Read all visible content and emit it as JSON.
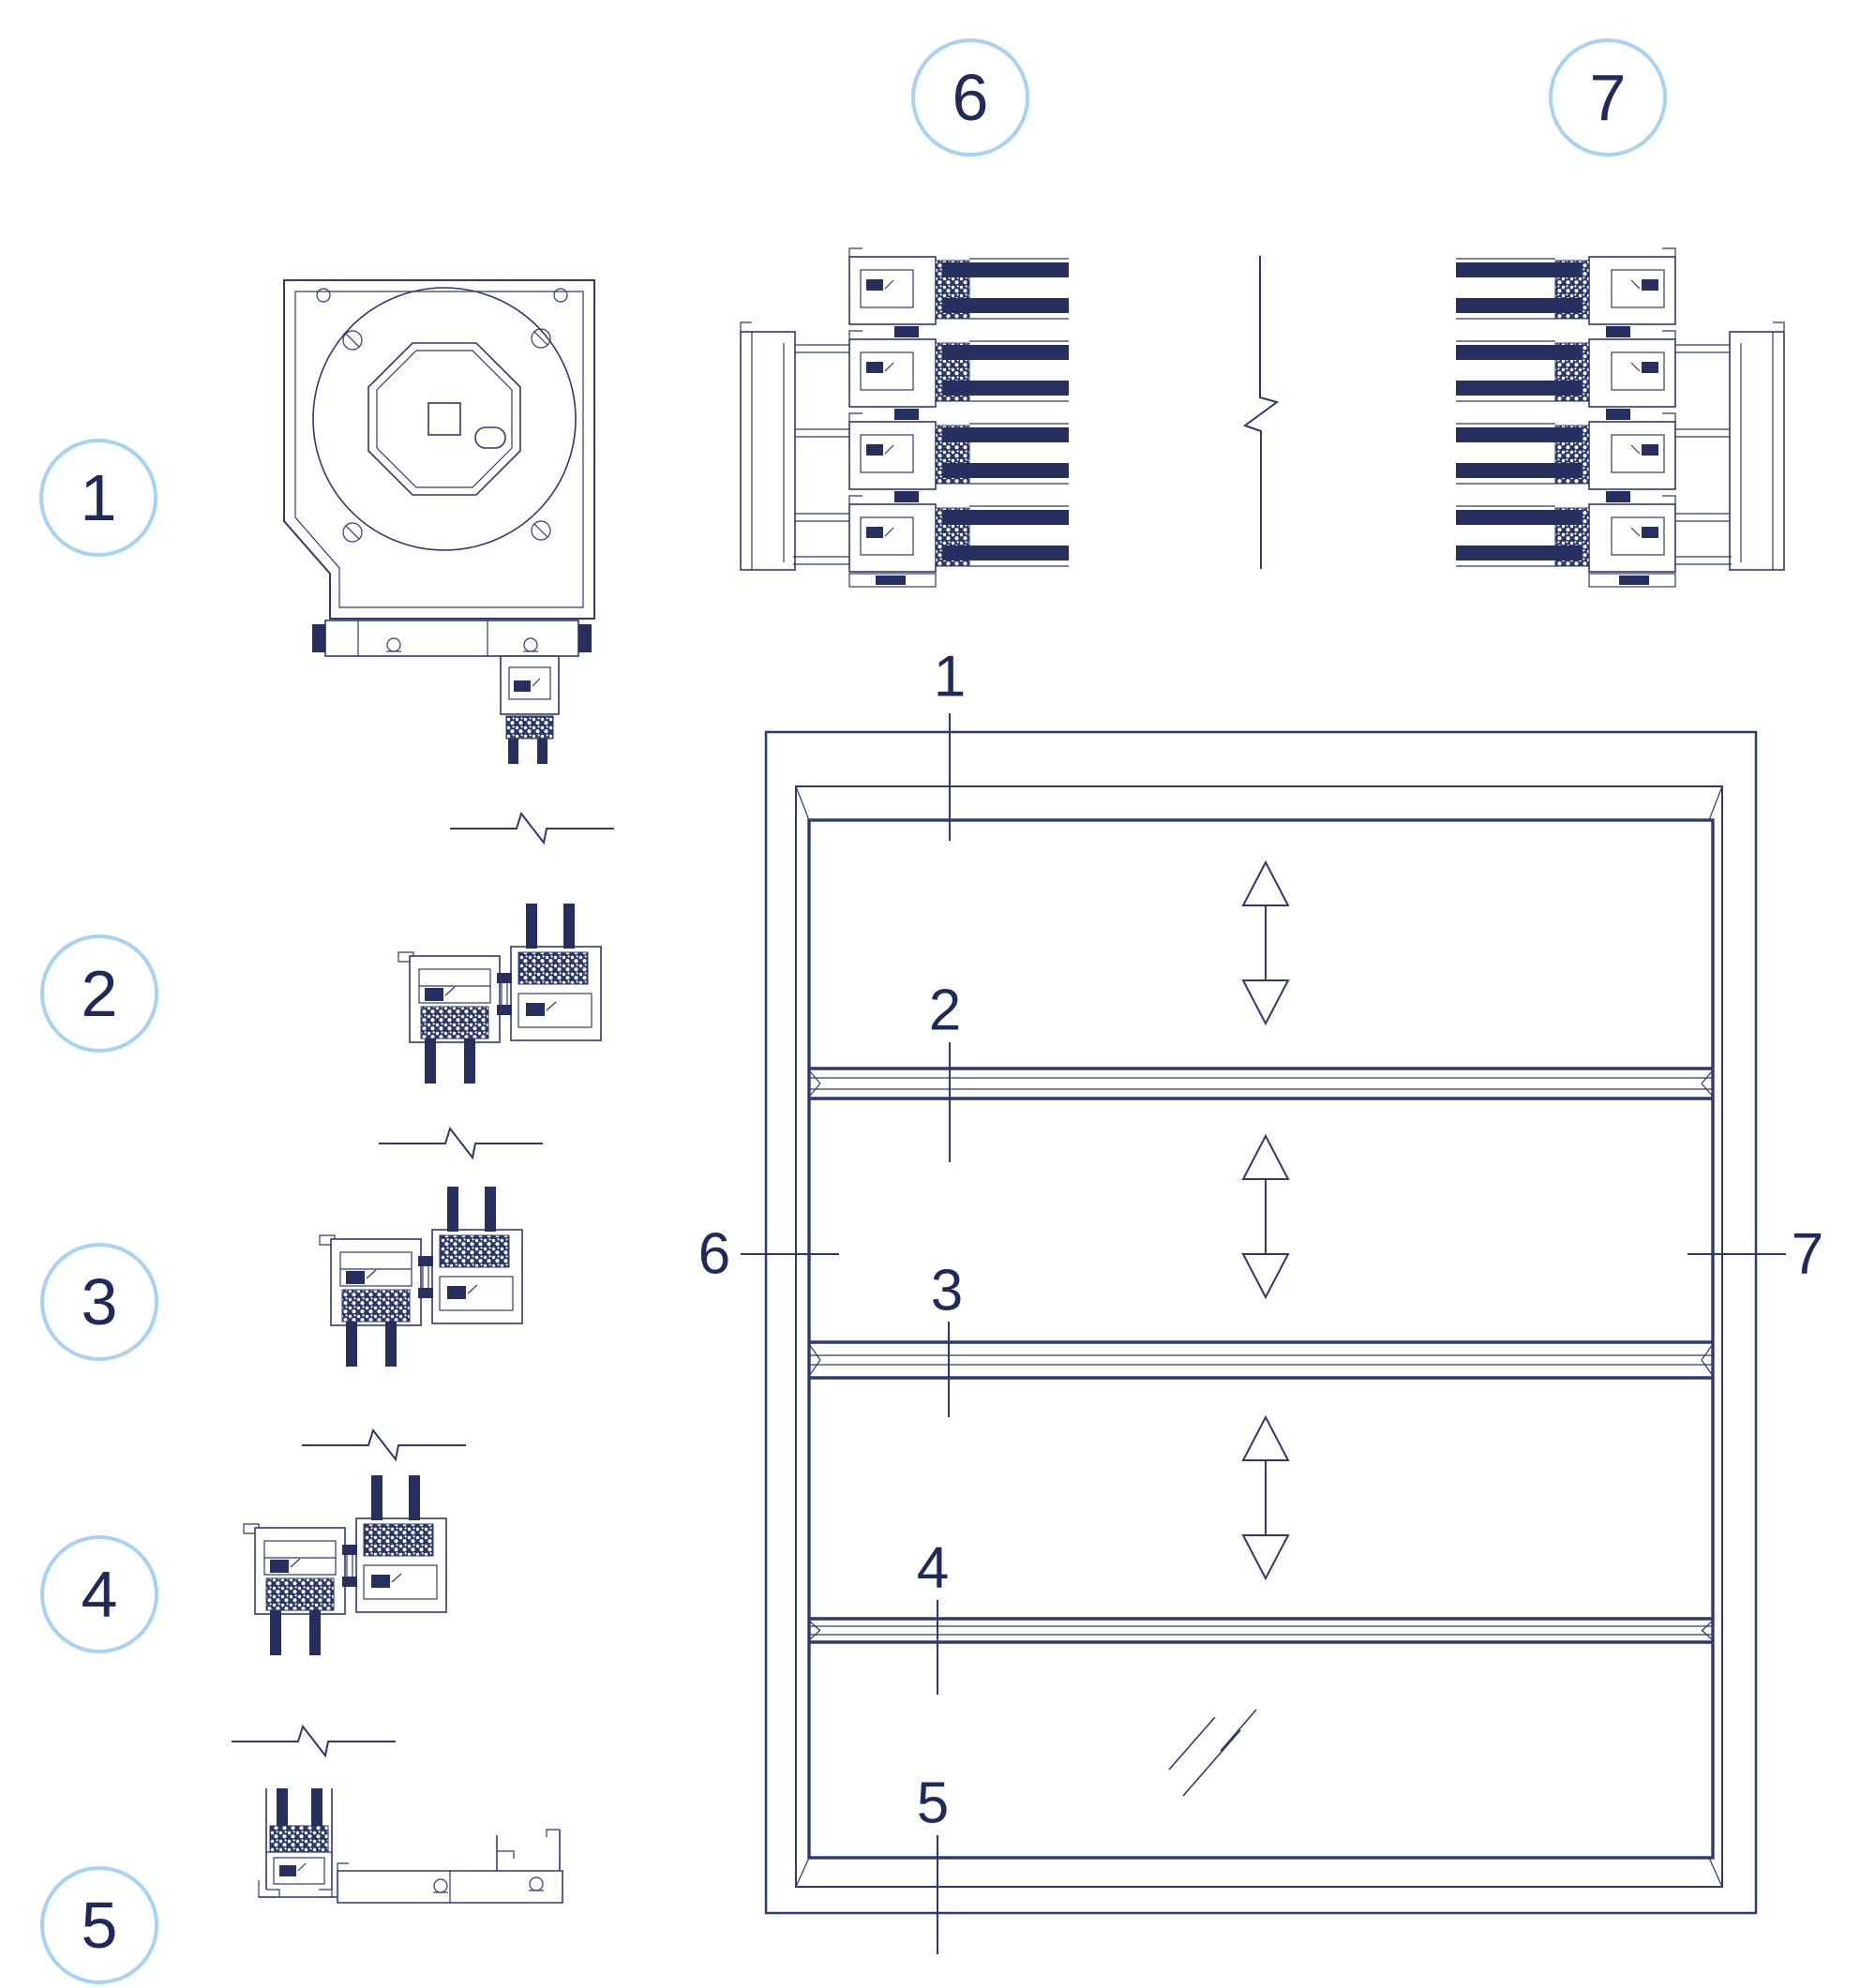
{
  "sheet": {
    "type": "architectural-section-detail-sheet",
    "background": "#ffffff"
  },
  "colors": {
    "line": "#2e3a6e",
    "dark_fill": "#262f5e",
    "callout_ring": "#a6d2f3",
    "number_text": "#1e2a5c",
    "background": "#ffffff"
  },
  "callouts": {
    "c1": {
      "label": "1"
    },
    "c2": {
      "label": "2"
    },
    "c3": {
      "label": "3"
    },
    "c4": {
      "label": "4"
    },
    "c5": {
      "label": "5"
    },
    "c6": {
      "label": "6"
    },
    "c7": {
      "label": "7"
    }
  },
  "section_marks": {
    "m1": {
      "label": "1"
    },
    "m2": {
      "label": "2"
    },
    "m3": {
      "label": "3"
    },
    "m4": {
      "label": "4"
    },
    "m5": {
      "label": "5"
    },
    "m6": {
      "label": "6"
    },
    "m7": {
      "label": "7"
    }
  },
  "icons": {
    "sash_direction": "double-vertical-arrow",
    "glazing": "glass-diagonal-marks",
    "break": "zigzag-break-line",
    "callout": "circle-number-bubble"
  }
}
